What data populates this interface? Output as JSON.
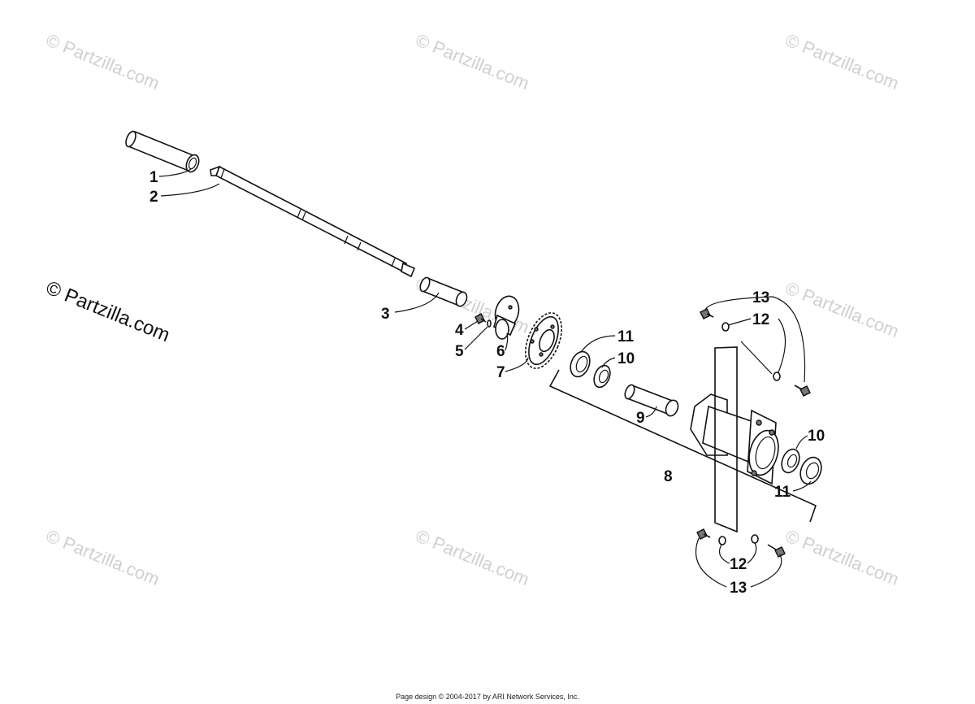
{
  "watermark": {
    "text": "© Partzilla.com",
    "featured_text": "© Partzilla.com"
  },
  "callouts": {
    "c1": "1",
    "c2": "2",
    "c3": "3",
    "c4": "4",
    "c5": "5",
    "c6": "6",
    "c7": "7",
    "c8": "8",
    "c9": "9",
    "c10a": "10",
    "c10b": "10",
    "c11a": "11",
    "c11b": "11",
    "c12a": "12",
    "c12b": "12",
    "c13a": "13",
    "c13b": "13"
  },
  "footer": {
    "text": "Page design © 2004-2017 by ARI Network Services, Inc."
  }
}
